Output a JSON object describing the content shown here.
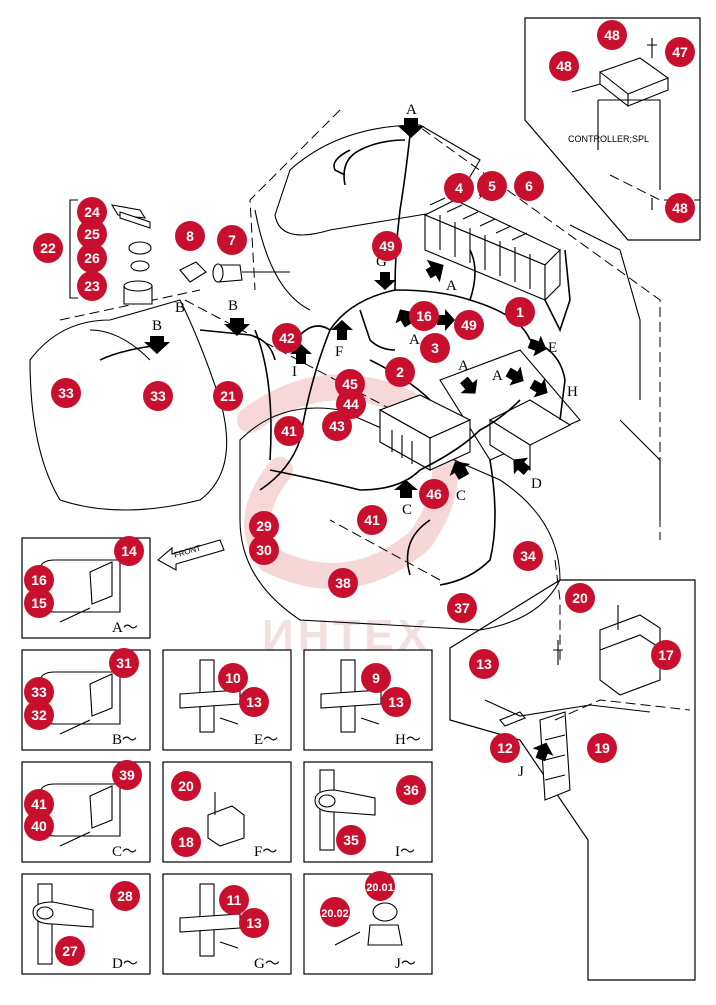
{
  "watermark": "ИНТЕХ",
  "controller_label": "CONTROLLER;SPL",
  "front_label": "FRONT",
  "colors": {
    "callout": "#c8102e",
    "line": "#000000",
    "watermark": "#e8b0b0"
  },
  "callouts": [
    "1",
    "2",
    "3",
    "4",
    "5",
    "6",
    "7",
    "8",
    "10",
    "11",
    "12",
    "13",
    "14",
    "15",
    "16",
    "17",
    "18",
    "19",
    "20",
    "21",
    "22",
    "23",
    "24",
    "25",
    "26",
    "27",
    "28",
    "29",
    "30",
    "31",
    "32",
    "33",
    "34",
    "35",
    "36",
    "37",
    "38",
    "39",
    "40",
    "41",
    "42",
    "43",
    "44",
    "45",
    "46",
    "47",
    "48",
    "49",
    "9",
    "20.01",
    "20.02"
  ],
  "inset_captions": [
    "A～",
    "B～",
    "C～",
    "D～",
    "E～",
    "F～",
    "G～",
    "H～",
    "I～",
    "J～"
  ],
  "view_letters": [
    "A",
    "B",
    "C",
    "D",
    "E",
    "F",
    "G",
    "H",
    "I",
    "J"
  ],
  "comma": ","
}
